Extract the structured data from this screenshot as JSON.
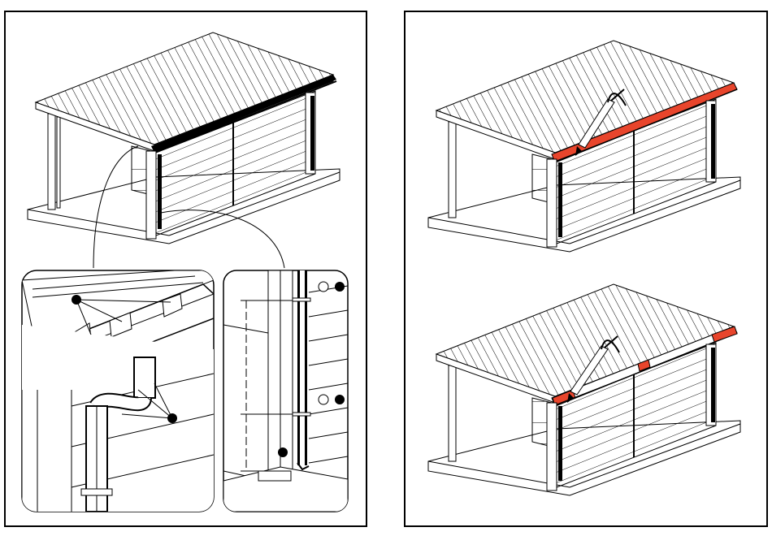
{
  "colors": {
    "line": "#000000",
    "highlight": "#e8452c",
    "background": "#ffffff"
  },
  "panels": [
    {
      "name": "left-panel",
      "content": "carport-with-gutter-and-downpipe-details"
    },
    {
      "name": "right-panel",
      "content": "carport-gutter-sealing-steps"
    }
  ],
  "icons": {
    "marker_filled": "filled-circle-callout-icon",
    "marker_open": "open-circle-callout-icon",
    "tool": "caulking-gun-icon"
  }
}
